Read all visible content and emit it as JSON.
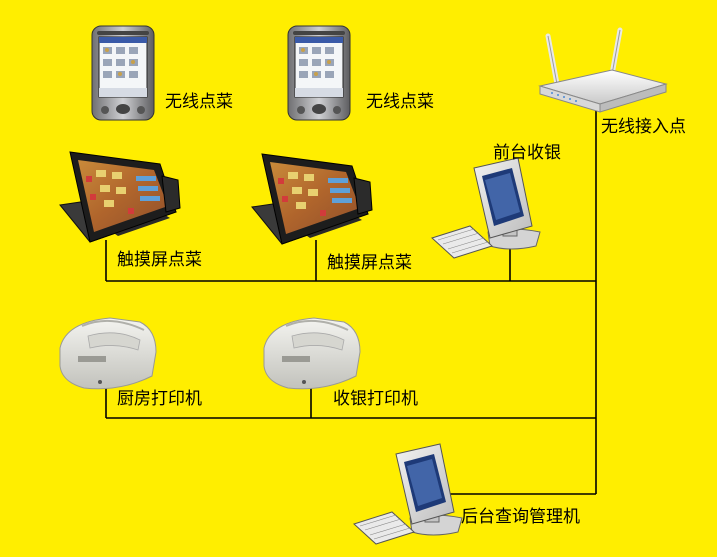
{
  "background_color": "#ffee00",
  "line_color": "#000000",
  "nodes": {
    "pda_1": {
      "label": "无线点菜",
      "icon": "pda-icon"
    },
    "pda_2": {
      "label": "无线点菜",
      "icon": "pda-icon"
    },
    "router": {
      "label": "无线接入点",
      "icon": "wireless-router-icon"
    },
    "front_desk": {
      "label": "前台收银",
      "icon": "desktop-computer-icon"
    },
    "touch_1": {
      "label": "触摸屏点菜",
      "icon": "touchscreen-pos-icon"
    },
    "touch_2": {
      "label": "触摸屏点菜",
      "icon": "touchscreen-pos-icon"
    },
    "kitchen_printer": {
      "label": "厨房打印机",
      "icon": "receipt-printer-icon"
    },
    "cashier_printer": {
      "label": "收银打印机",
      "icon": "receipt-printer-icon"
    },
    "backoffice": {
      "label": "后台查询管理机",
      "icon": "desktop-computer-icon"
    }
  }
}
